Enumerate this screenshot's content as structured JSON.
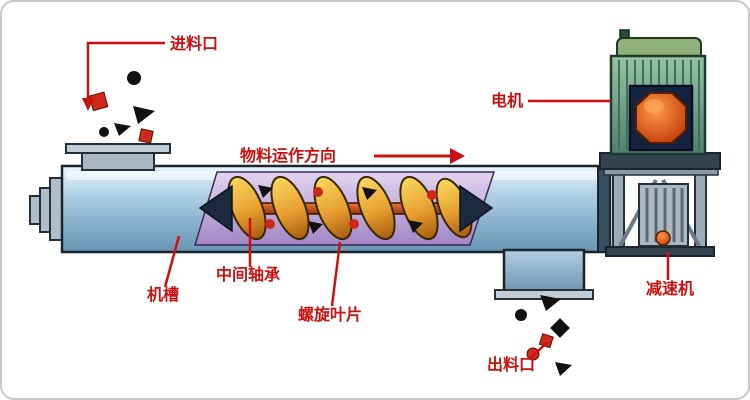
{
  "diagram": {
    "labels": {
      "feed_inlet": "进料口",
      "material_direction": "物料运作方向",
      "motor": "电机",
      "trough": "机槽",
      "middle_bearing": "中间轴承",
      "spiral_blade": "螺旋叶片",
      "reducer": "减速机",
      "discharge_outlet": "出料口"
    },
    "colors": {
      "label_red": "#cc1010",
      "tube_blue": "#7fa9c6",
      "cutaway_purple": "#b69ad2",
      "spiral_gold": "#e8a030",
      "shaft_orange": "#c85818",
      "motor_green": "#6f9f87",
      "rotor_orange": "#e85a10",
      "particle_red": "#d02818",
      "particle_black": "#111111"
    }
  }
}
